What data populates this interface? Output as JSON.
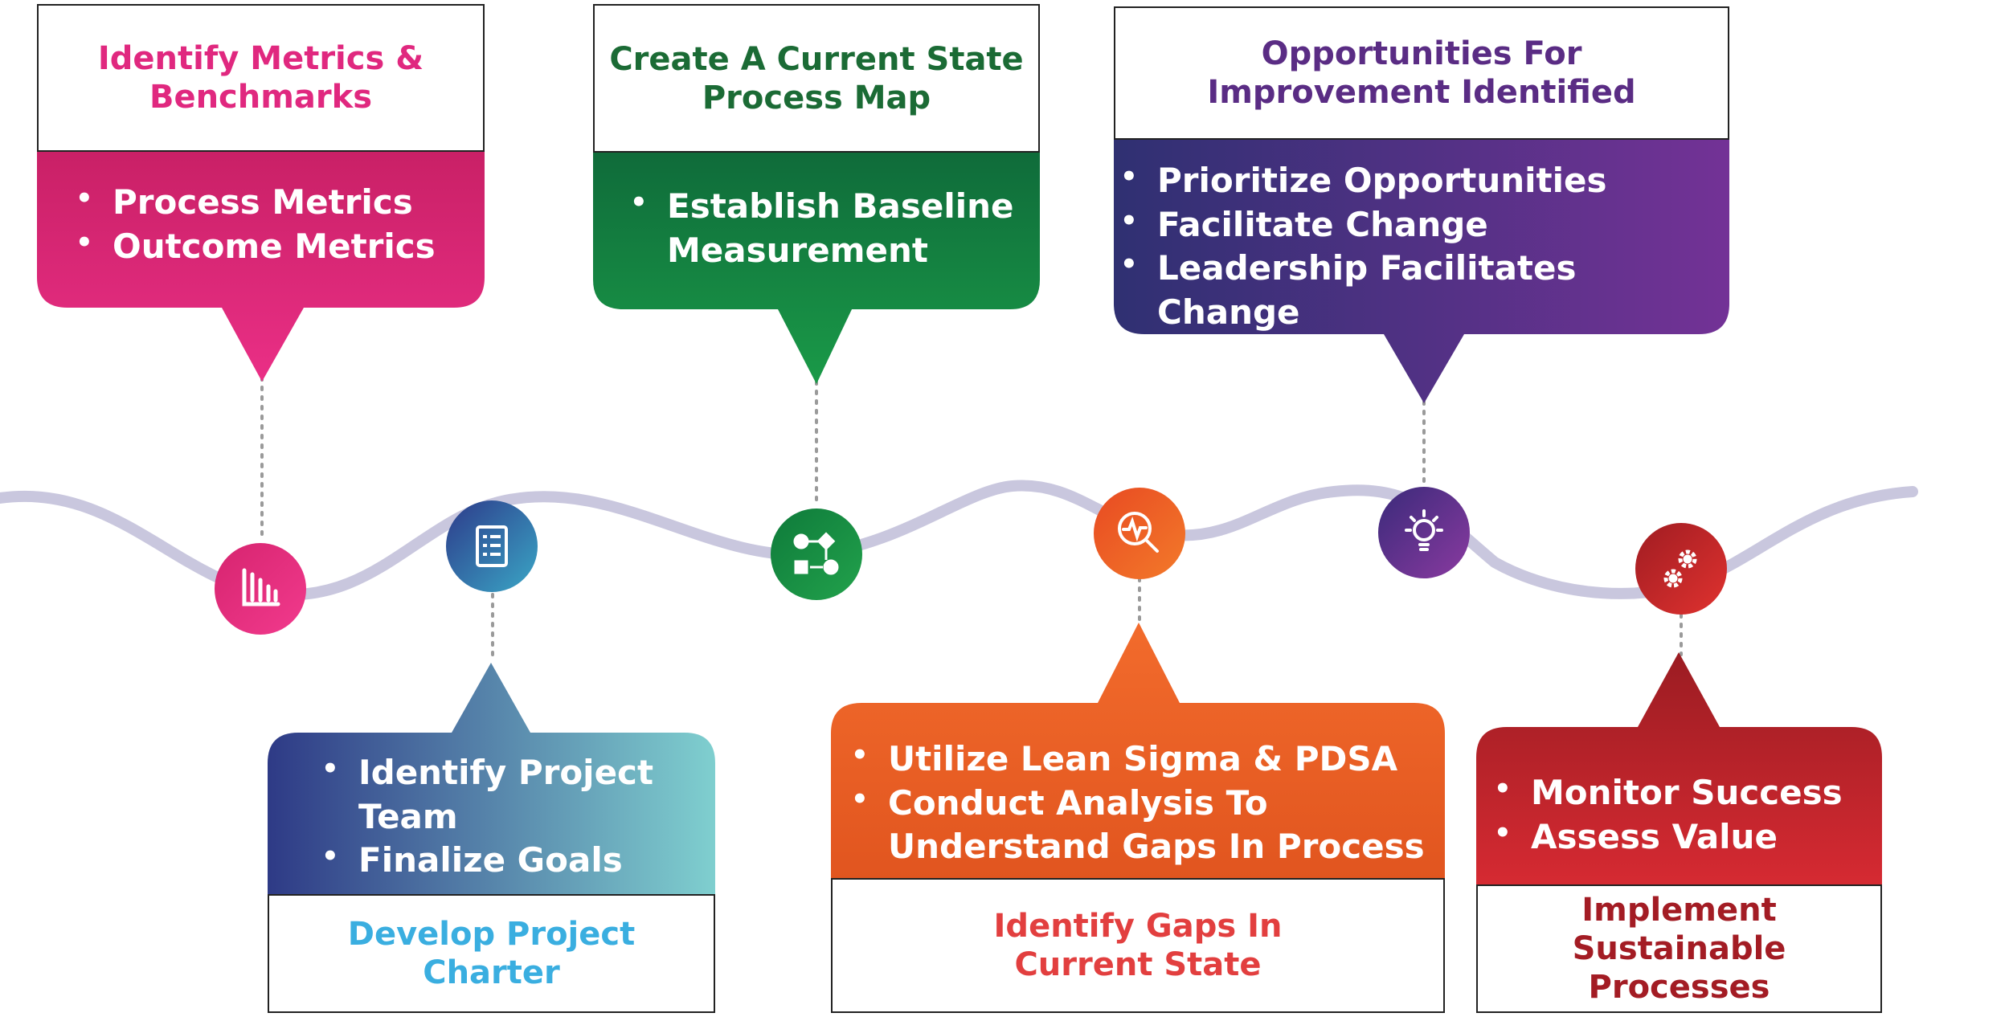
{
  "title": "",
  "colors": {
    "wave": "#c9c7de",
    "step1": "#e0287f",
    "step2": "#3f4d9b",
    "step3": "#13853f",
    "step4": "#f05a28",
    "step5": "#5a2c84",
    "step6": "#c3272e"
  },
  "steps": [
    {
      "title": "Identify Metrics &\nBenchmarks",
      "title_color": "#e0287f",
      "items": [
        "Process Metrics",
        "Outcome Metrics"
      ],
      "icon": "bar-chart-icon"
    },
    {
      "title": "Develop Project\nCharter",
      "title_color": "#3aaee0",
      "items": [
        "Identify Project\nTeam",
        "Finalize Goals"
      ],
      "icon": "checklist-icon"
    },
    {
      "title": "Create A Current State\nProcess Map",
      "title_color": "#1b6b35",
      "items": [
        "Establish Baseline\nMeasurement"
      ],
      "icon": "process-map-icon"
    },
    {
      "title": "Identify Gaps In\nCurrent State",
      "title_color": "#e23f3f",
      "items": [
        "Utilize Lean Sigma & PDSA",
        "Conduct Analysis To\nUnderstand Gaps In Process"
      ],
      "icon": "magnifier-pulse-icon"
    },
    {
      "title": "Opportunities For\nImprovement Identified",
      "title_color": "#5a2c84",
      "items": [
        "Prioritize Opportunities",
        "Facilitate Change",
        "Leadership Facilitates Change"
      ],
      "icon": "lightbulb-icon"
    },
    {
      "title": "Implement\nSustainable\nProcesses",
      "title_color": "#a31c24",
      "items": [
        "Monitor Success",
        "Assess Value"
      ],
      "icon": "gears-icon"
    }
  ]
}
